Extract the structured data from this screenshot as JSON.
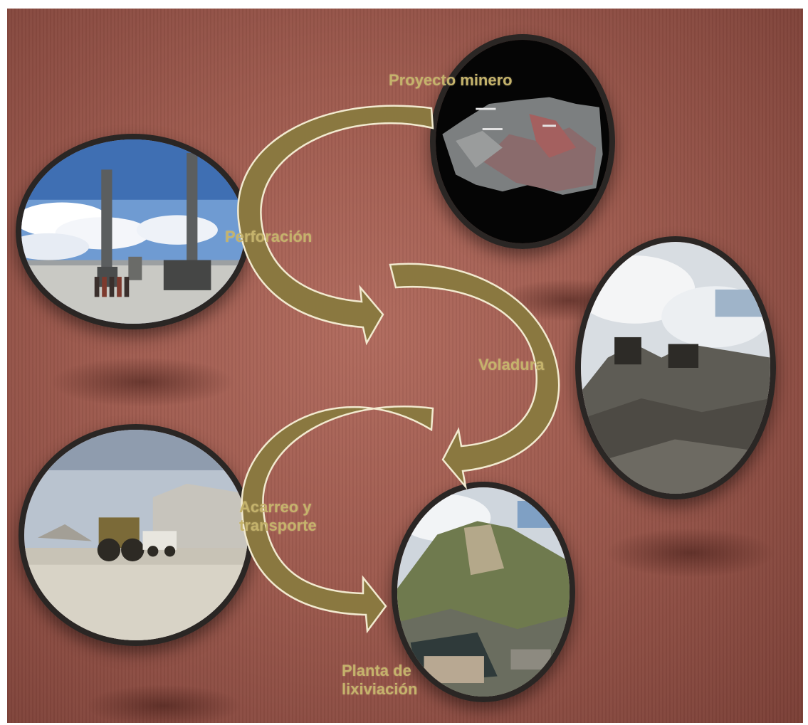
{
  "diagram": {
    "steps": [
      {
        "id": "proyecto",
        "label": "Proyecto minero"
      },
      {
        "id": "perforacion",
        "label": "Perforación"
      },
      {
        "id": "voladura",
        "label": "Voladura"
      },
      {
        "id": "acarreo",
        "label": "Acarreo y\ntransporte"
      },
      {
        "id": "planta",
        "label": "Planta de\nlixiviación"
      }
    ],
    "colors": {
      "background": "#9d5a4e",
      "arrow_fill": "#8a7840",
      "arrow_outline": "#f2ead0",
      "label_text": "#c5b36b",
      "frame": "#2a2624"
    }
  }
}
